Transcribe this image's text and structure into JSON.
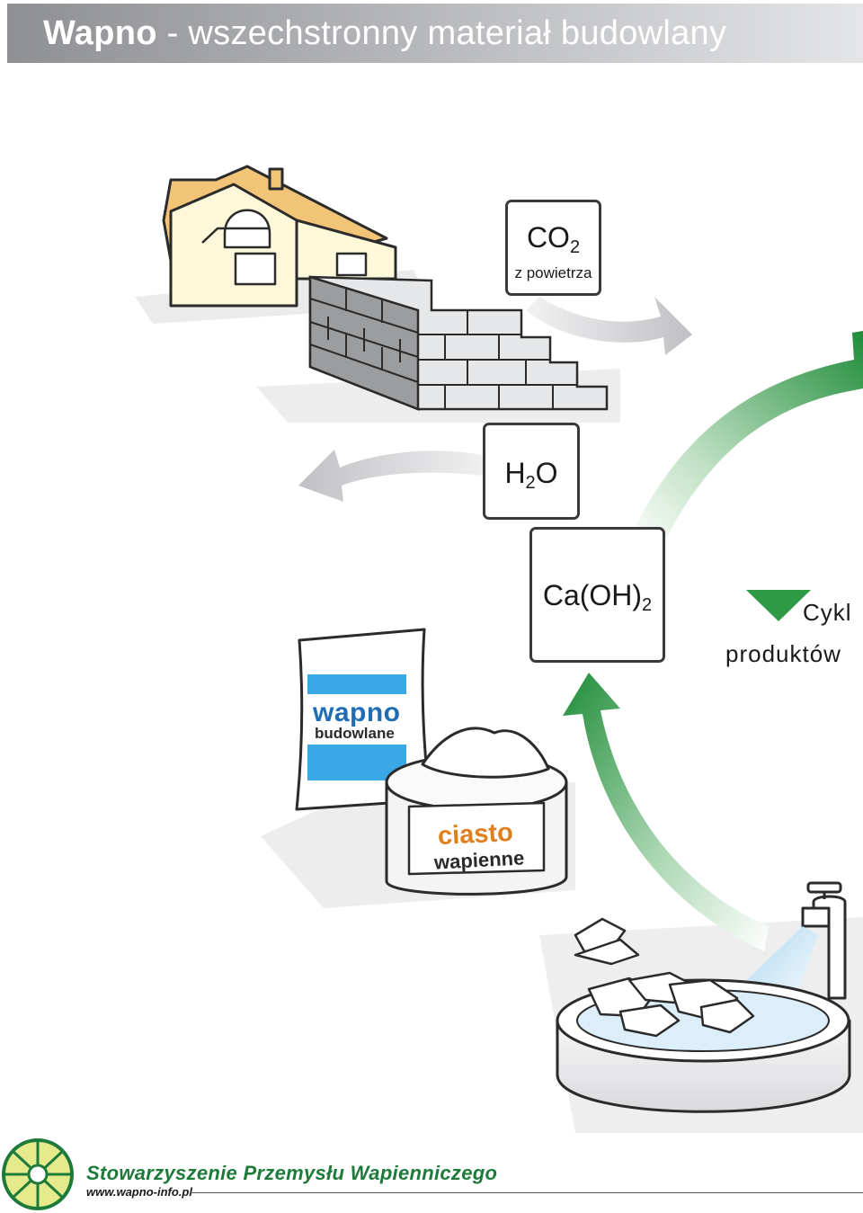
{
  "header": {
    "title_strong": "Wapno",
    "title_rest": " - wszechstronny materiał budowlany"
  },
  "diagram": {
    "co2": {
      "formula": "CO",
      "subscript": "2",
      "caption": "z powietrza"
    },
    "h2o": {
      "formula_h": "H",
      "subscript": "2",
      "formula_o": "O"
    },
    "caoh2": {
      "formula": "Ca(OH)",
      "subscript": "2"
    },
    "cycle": {
      "line1": "Cykl",
      "line2": "produktów"
    },
    "bag": {
      "line1": "wapno",
      "line2": "budowlane"
    },
    "tub": {
      "line1": "ciasto",
      "line2": "wapienne"
    }
  },
  "footer": {
    "organization": "Stowarzyszenie Przemysłu Wapienniczego",
    "url": "www.wapno-info.pl"
  },
  "colors": {
    "title_text": "#ffffff",
    "arrow_green": "#2e9a45",
    "arrow_grey": "#c9cacc",
    "bag_blue": "#3aa8e6",
    "roof": "#f2c477",
    "house_wall": "#fdf8da",
    "footer_green": "#1e7a3a"
  },
  "icons": [
    "house-icon",
    "brick-wall-icon",
    "lime-bag-icon",
    "lime-putty-tub-icon",
    "water-tap-icon",
    "quicklime-basin-icon",
    "shell-logo-icon"
  ]
}
